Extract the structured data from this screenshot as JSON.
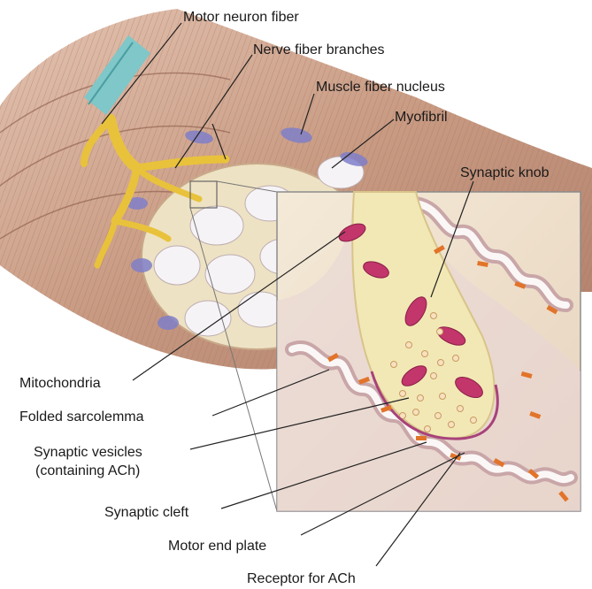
{
  "labels": {
    "motor_neuron_fiber": "Motor neuron fiber",
    "nerve_fiber_branches": "Nerve fiber branches",
    "muscle_fiber_nucleus": "Muscle fiber nucleus",
    "myofibril": "Myofibril",
    "synaptic_knob": "Synaptic knob",
    "mitochondria": "Mitochondria",
    "folded_sarcolemma": "Folded sarcolemma",
    "synaptic_vesicles": "Synaptic vesicles",
    "containing_ach": "(containing ACh)",
    "synaptic_cleft": "Synaptic cleft",
    "motor_end_plate": "Motor end plate",
    "receptor_for_ach": "Receptor for ACh"
  },
  "colors": {
    "muscle": "#c89a82",
    "muscle_dark": "#9c6f5c",
    "nerve": "#e9c23b",
    "myelin": "#7fc7c9",
    "nucleus": "#7f7fc9",
    "knob": "#f2e8b5",
    "mitochondria": "#c2366b",
    "receptor": "#e2742a",
    "inset_bg": "#efe2cf",
    "leader": "#222222"
  }
}
